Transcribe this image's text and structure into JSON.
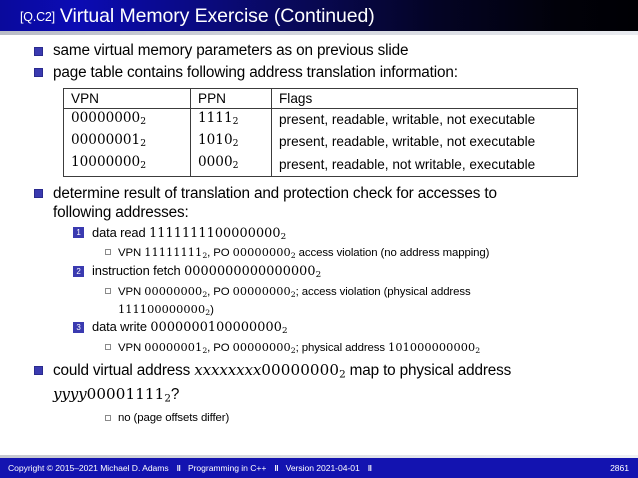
{
  "slide": {
    "tag": "[Q.C2]",
    "title": "Virtual Memory Exercise (Continued)",
    "bullet_color": "#3a3ab0",
    "titlebar_color": "#0b0bb4",
    "footer_color": "#1313b0"
  },
  "bullets": {
    "b1": "same virtual memory parameters as on previous slide",
    "b2": "page table contains following address translation information:",
    "b3_line1": "determine result of translation and protection check for accesses to",
    "b3_line2": "following addresses:",
    "b4_line1_pre": "could virtual address ",
    "b4_var1": "xxxxxxxx",
    "b4_num1": "00000000",
    "b4_sub1": "2",
    "b4_line1_post": " map to physical address",
    "b4_var2": "yyyy",
    "b4_num2": "00001111",
    "b4_sub2": "2",
    "b4_qmark": "?",
    "b4_answer": "no (page offsets differ)"
  },
  "table": {
    "headers": [
      "VPN",
      "PPN",
      "Flags"
    ],
    "rows": [
      {
        "vpn": "00000000",
        "vpn_sub": "2",
        "ppn": "1111",
        "ppn_sub": "2",
        "flags": "present, readable, writable, not executable"
      },
      {
        "vpn": "00000001",
        "vpn_sub": "2",
        "ppn": "1010",
        "ppn_sub": "2",
        "flags": "present, readable, writable, not executable"
      },
      {
        "vpn": "10000000",
        "vpn_sub": "2",
        "ppn": "0000",
        "ppn_sub": "2",
        "flags": "present, readable, not writable, executable"
      }
    ]
  },
  "accesses": [
    {
      "number": "1",
      "label": "data read ",
      "address": "1111111100000000",
      "address_sub": "2",
      "detail": {
        "vpn_label": "VPN ",
        "vpn": "11111111",
        "vpn_sub": "2",
        "mid": ", PO ",
        "po": "00000000",
        "po_sub": "2",
        "tail": " access violation (no address mapping)"
      }
    },
    {
      "number": "2",
      "label": "instruction fetch ",
      "address": "0000000000000000",
      "address_sub": "2",
      "detail": {
        "vpn_label": "VPN ",
        "vpn": "00000000",
        "vpn_sub": "2",
        "mid": ", PO ",
        "po": "00000000",
        "po_sub": "2",
        "tail": "; access violation (physical address",
        "cont_num": "111100000000",
        "cont_sub": "2",
        "cont_tail": ")"
      }
    },
    {
      "number": "3",
      "label": "data write ",
      "address": "0000000100000000",
      "address_sub": "2",
      "detail": {
        "vpn_label": "VPN ",
        "vpn": "00000001",
        "vpn_sub": "2",
        "mid": ", PO ",
        "po": "00000000",
        "po_sub": "2",
        "tail": "; physical address ",
        "result": "101000000000",
        "result_sub": "2"
      }
    }
  ],
  "footer": {
    "copyright": "Copyright © 2015–2021 Michael D. Adams",
    "sep": "‖",
    "course": "Programming in C++",
    "version": "Version 2021-04-01",
    "page": "2861"
  }
}
